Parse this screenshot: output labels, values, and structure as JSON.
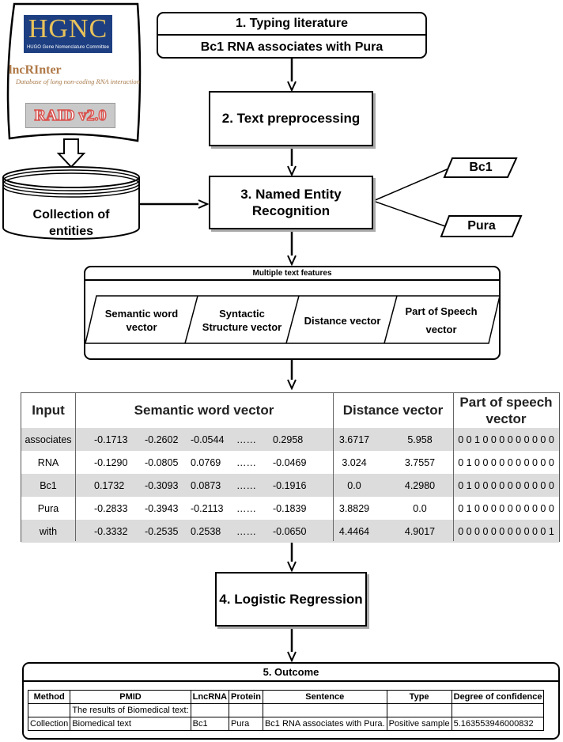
{
  "sources": {
    "hgnc_logo": "HGNC",
    "hgnc_sub": "HUGO Gene Nomenclature Committee",
    "lncrinter_logo": "lncRInter",
    "lncrinter_sub": "Database of long non-coding RNA interaction",
    "raid_logo": "RAID v2.0"
  },
  "database": {
    "label": "Collection of entities"
  },
  "step1": {
    "title": "1. Typing literature",
    "text": "Bc1 RNA associates with Pura"
  },
  "step2": {
    "title": "2. Text preprocessing"
  },
  "step3": {
    "title": "3. Named Entity Recognition"
  },
  "entities": [
    "Bc1",
    "Pura"
  ],
  "features": {
    "title": "Multiple text features",
    "items": [
      "Semantic word vector",
      "Syntactic Structure vector",
      "Distance vector",
      "Part of Speech vector"
    ]
  },
  "vector_table": {
    "headers": {
      "input": "Input",
      "semantic": "Semantic word vector",
      "distance": "Distance vector",
      "pos": "Part of speech vector"
    },
    "rows": [
      {
        "input": "associates",
        "sem": [
          "-0.1713",
          "-0.2602",
          "-0.0544",
          "……",
          "0.2958"
        ],
        "dist": [
          "3.6717",
          "5.958"
        ],
        "pos": "0 0 1 0 0 0 0 0 0 0 0 0"
      },
      {
        "input": "RNA",
        "sem": [
          "-0.1290",
          "-0.0805",
          "0.0769",
          "……",
          "-0.0469"
        ],
        "dist": [
          "3.024",
          "3.7557"
        ],
        "pos": "0 1 0 0 0 0 0 0 0 0 0 0"
      },
      {
        "input": "Bc1",
        "sem": [
          "0.1732",
          "-0.3093",
          "0.0873",
          "……",
          "-0.1916"
        ],
        "dist": [
          "0.0",
          "4.2980"
        ],
        "pos": "0 1 0 0 0 0 0 0 0 0 0 0"
      },
      {
        "input": "Pura",
        "sem": [
          "-0.2833",
          "-0.3943",
          "-0.2113",
          "……",
          "-0.1839"
        ],
        "dist": [
          "3.8829",
          "0.0"
        ],
        "pos": "0 1 0 0 0 0 0 0 0 0 0 0"
      },
      {
        "input": "with",
        "sem": [
          "-0.3332",
          "-0.2535",
          "0.2538",
          "……",
          "-0.0650"
        ],
        "dist": [
          "4.4464",
          "4.9017"
        ],
        "pos": "0 0 0 0 0 0 0 0 0 0 0 1"
      }
    ]
  },
  "step4": {
    "title": "4. Logistic Regression"
  },
  "outcome": {
    "title": "5. Outcome",
    "headers": [
      "Method",
      "PMID",
      "LncRNA",
      "Protein",
      "Sentence",
      "Type",
      "Degree of confidence"
    ],
    "rows": [
      [
        "",
        "The results of Biomedical text:",
        "",
        "",
        "",
        "",
        ""
      ],
      [
        "Collection",
        "Biomedical text",
        "Bc1",
        "Pura",
        "Bc1 RNA associates with Pura.",
        "Positive sample",
        "5.163553946000832"
      ]
    ]
  }
}
